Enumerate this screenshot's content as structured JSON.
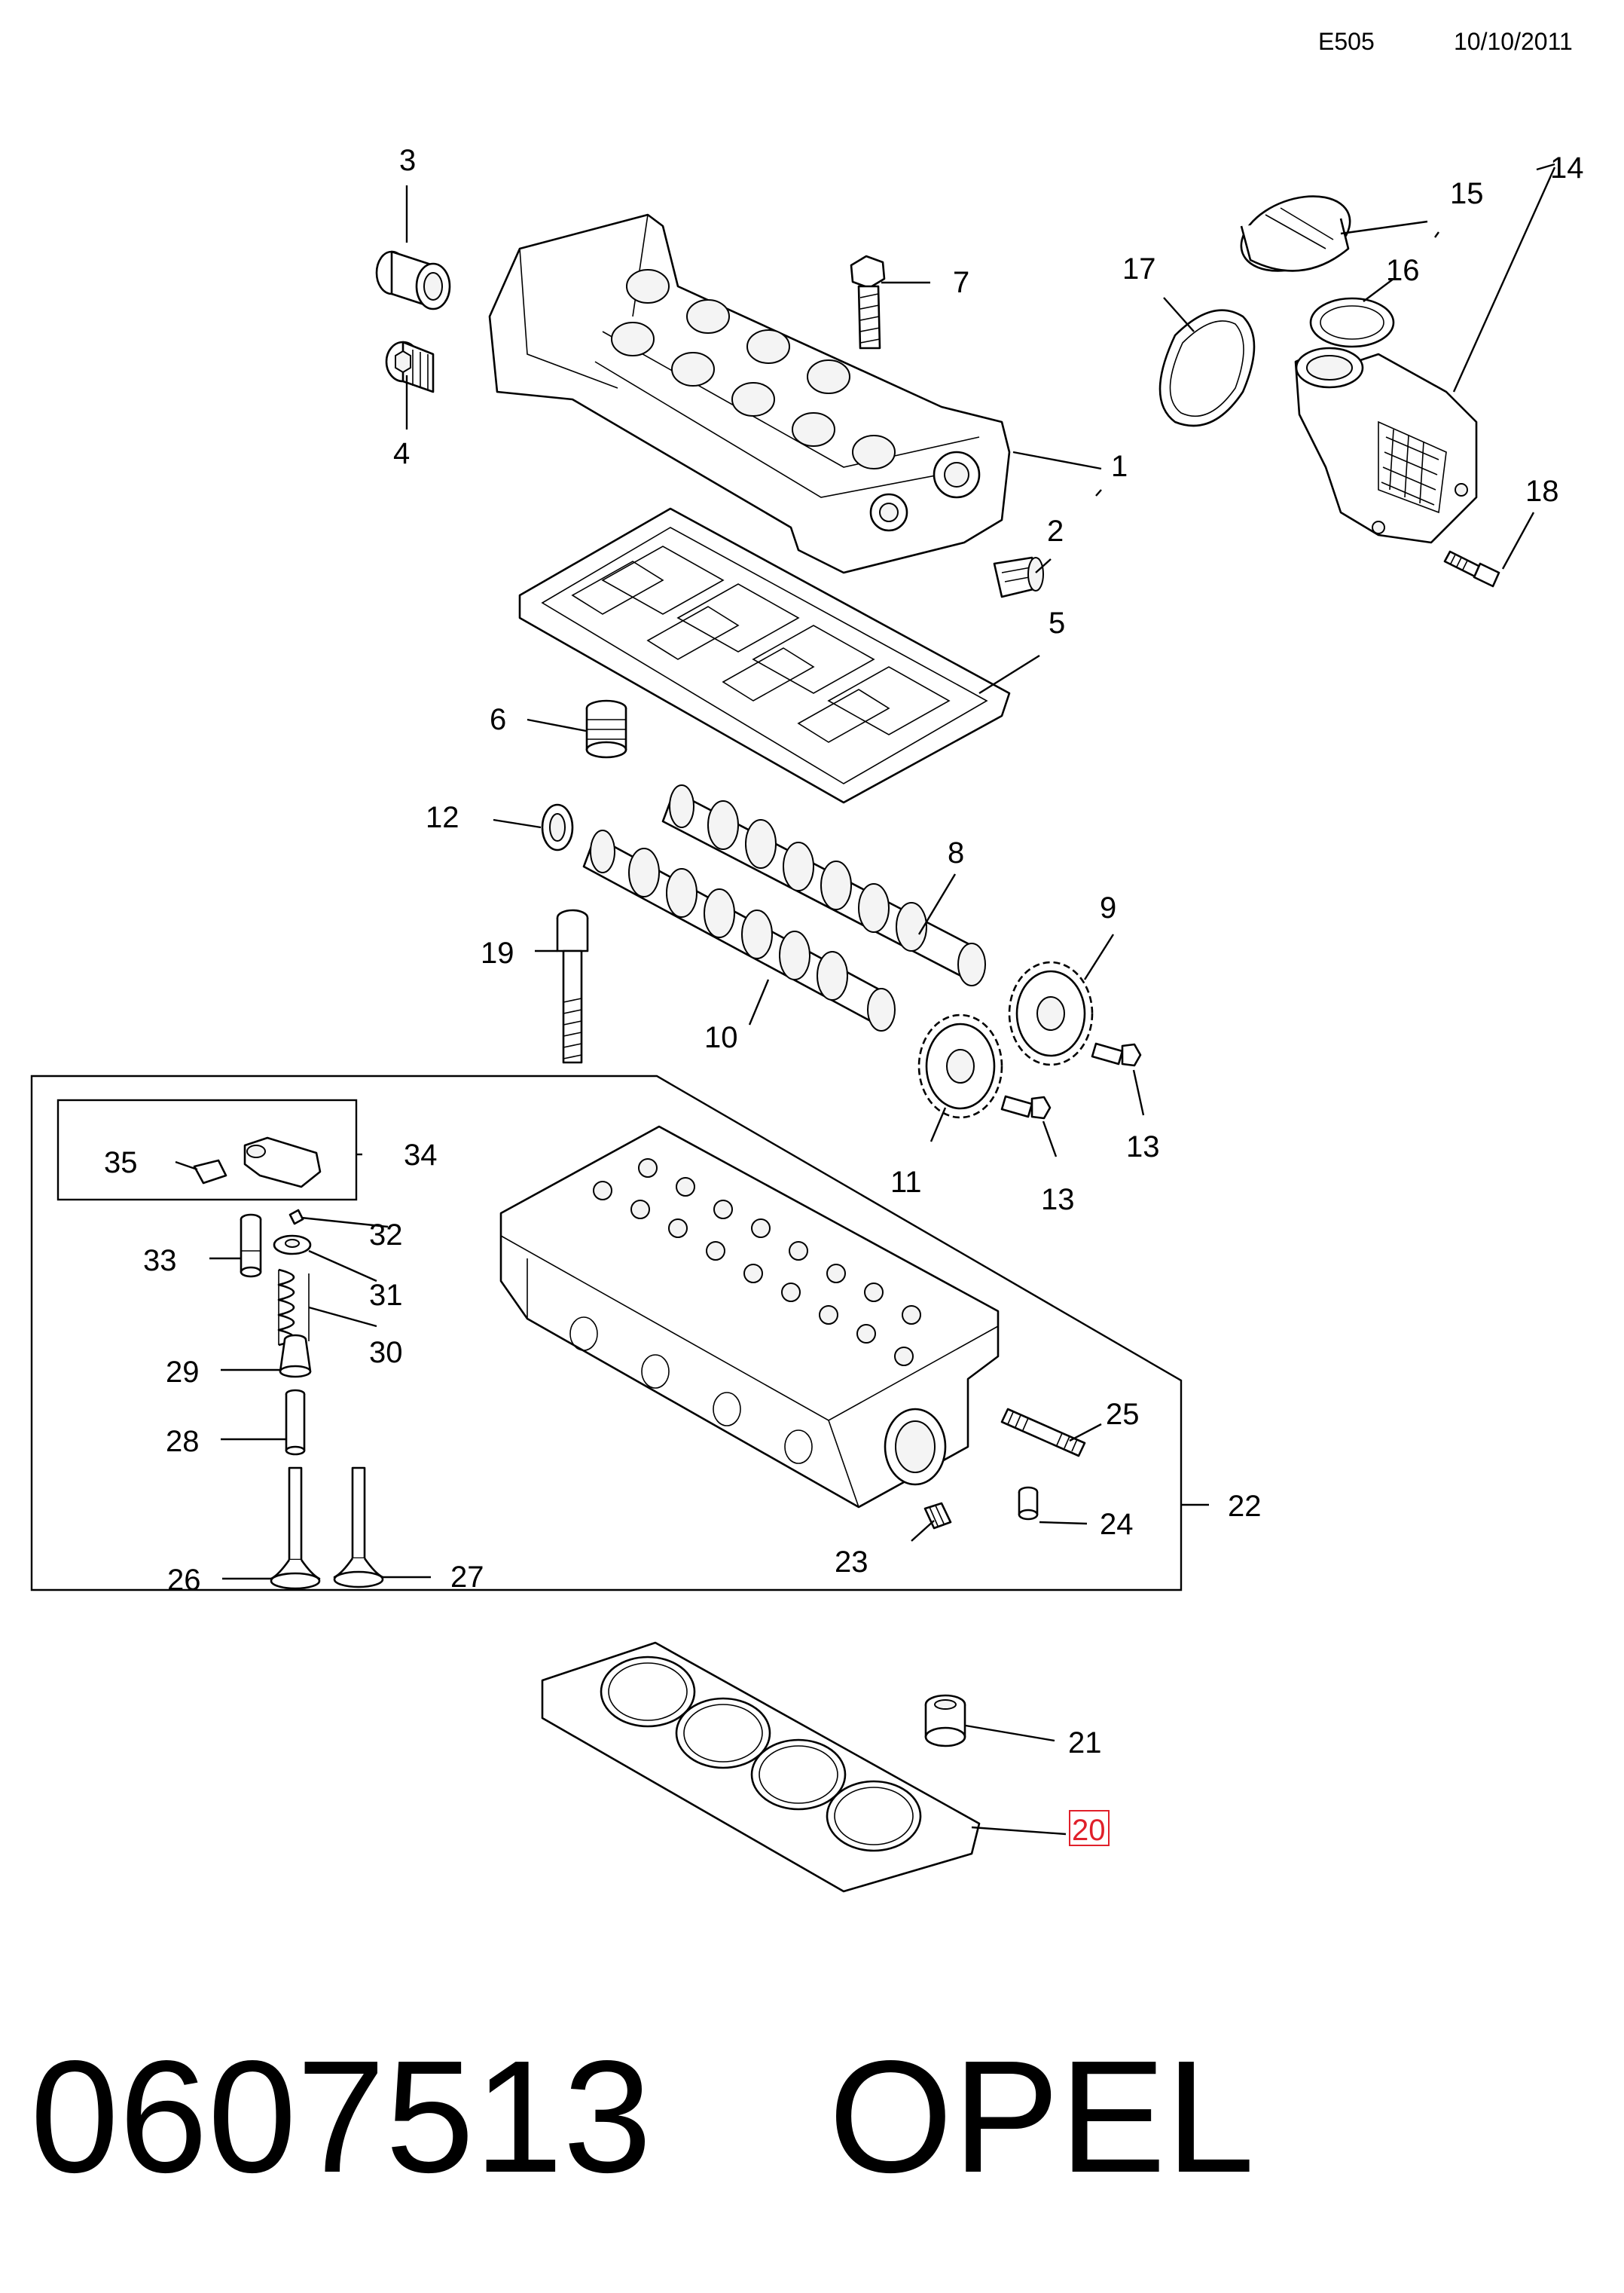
{
  "header": {
    "code": "E505",
    "date": "10/10/2011"
  },
  "footer": {
    "part_number": "0607513",
    "brand": "OPEL"
  },
  "callouts": {
    "c1": "1",
    "c2": "2",
    "c3": "3",
    "c4": "4",
    "c5": "5",
    "c6": "6",
    "c7": "7",
    "c8": "8",
    "c9": "9",
    "c10": "10",
    "c11": "11",
    "c12": "12",
    "c13a": "13",
    "c13b": "13",
    "c14": "14",
    "c15": "15",
    "c16": "16",
    "c17": "17",
    "c18": "18",
    "c19": "19",
    "c20": "20",
    "c21": "21",
    "c22": "22",
    "c23": "23",
    "c24": "24",
    "c25": "25",
    "c26": "26",
    "c27": "27",
    "c28": "28",
    "c29": "29",
    "c30": "30",
    "c31": "31",
    "c32": "32",
    "c33": "33",
    "c34": "34",
    "c35": "35"
  },
  "highlighted_callout": "20",
  "colors": {
    "highlight": "#e0202a",
    "ink": "#000000"
  }
}
